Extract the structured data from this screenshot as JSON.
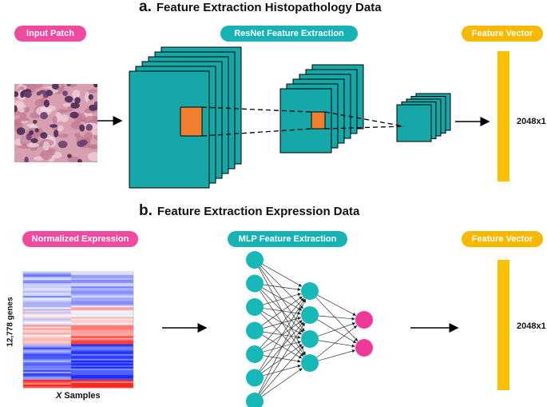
{
  "panel_a": {
    "letter": "a.",
    "title": "Feature Extraction Histopathology Data",
    "input_label": "Input Patch",
    "extractor_label": "ResNet Feature Extraction",
    "vector_label": "Feature Vector",
    "vector_dim": "2048x1"
  },
  "panel_b": {
    "letter": "b.",
    "title": "Feature Extraction Expression Data",
    "input_label": "Normalized Expression",
    "extractor_label": "MLP Feature Extraction",
    "vector_label": "Feature Vector",
    "vector_dim": "2048x1",
    "y_axis_label": "12,778 genes",
    "x_axis_label_italic": "X",
    "x_axis_label_rest": " Samples"
  },
  "mlp_layers": [
    7,
    4,
    2
  ],
  "colors": {
    "pink": "#f04aa0",
    "teal": "#16b2b4",
    "gold": "#f7b800",
    "vector": "#fbc100",
    "feature_map": "#16a8a8",
    "kernel": "#f08030",
    "node_teal": "#16b8b8",
    "node_pink": "#f0389a"
  }
}
